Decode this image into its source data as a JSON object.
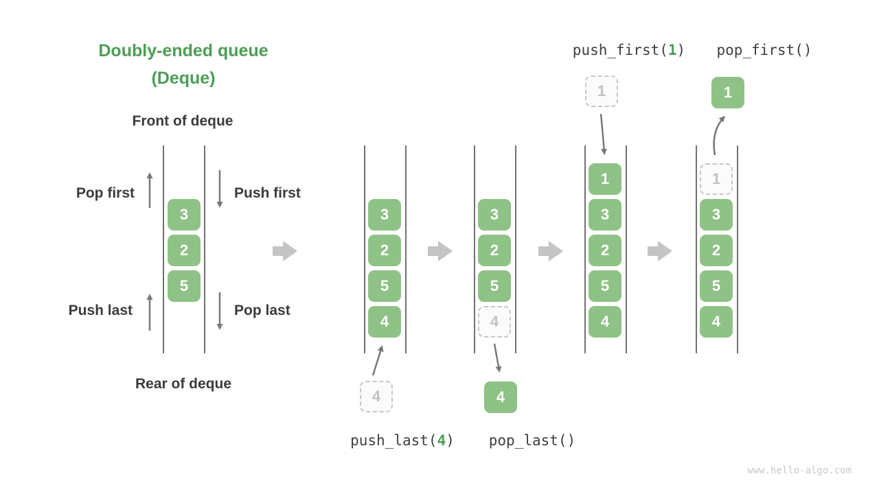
{
  "title": {
    "line1": "Doubly-ended queue",
    "line2": "(Deque)"
  },
  "front_label": "Front of deque",
  "rear_label": "Rear of deque",
  "operations": {
    "pop_first": "Pop first",
    "push_first": "Push first",
    "push_last": "Push last",
    "pop_last": "Pop last"
  },
  "op_calls": {
    "push_first": {
      "prefix": "push_first(",
      "arg": "1",
      "suffix": ")"
    },
    "pop_first": {
      "prefix": "pop_first(",
      "arg": "",
      "suffix": ")"
    },
    "push_last": {
      "prefix": "push_last(",
      "arg": "4",
      "suffix": ")"
    },
    "pop_last": {
      "prefix": "pop_last(",
      "arg": "",
      "suffix": ")"
    }
  },
  "states": [
    {
      "name": "initial-deque",
      "cells": [
        {
          "value": "3",
          "pending": false
        },
        {
          "value": "2",
          "pending": false
        },
        {
          "value": "5",
          "pending": false
        }
      ]
    },
    {
      "name": "after-push-last",
      "cells": [
        {
          "value": "3",
          "pending": false
        },
        {
          "value": "2",
          "pending": false
        },
        {
          "value": "5",
          "pending": false
        },
        {
          "value": "4",
          "pending": false
        }
      ]
    },
    {
      "name": "after-pop-last",
      "cells": [
        {
          "value": "3",
          "pending": false
        },
        {
          "value": "2",
          "pending": false
        },
        {
          "value": "5",
          "pending": false
        },
        {
          "value": "4",
          "pending": true
        }
      ]
    },
    {
      "name": "after-push-first",
      "cells": [
        {
          "value": "1",
          "pending": false
        },
        {
          "value": "3",
          "pending": false
        },
        {
          "value": "2",
          "pending": false
        },
        {
          "value": "5",
          "pending": false
        },
        {
          "value": "4",
          "pending": false
        }
      ]
    },
    {
      "name": "after-pop-first",
      "cells": [
        {
          "value": "1",
          "pending": true
        },
        {
          "value": "3",
          "pending": false
        },
        {
          "value": "2",
          "pending": false
        },
        {
          "value": "5",
          "pending": false
        },
        {
          "value": "4",
          "pending": false
        }
      ]
    }
  ],
  "floating_items": {
    "push_last_incoming": {
      "value": "4",
      "type": "dashed"
    },
    "pop_last_removed": {
      "value": "4",
      "type": "solid"
    },
    "push_first_incoming": {
      "value": "1",
      "type": "dashed"
    },
    "pop_first_removed": {
      "value": "1",
      "type": "solid"
    }
  },
  "colors": {
    "accent_green": "#4c9d55",
    "box_green": "#8fc286",
    "text_dark": "#3b3b3b",
    "gray_arrow": "#c4c4c4",
    "dark_arrow": "#787878",
    "dashed_border": "#c6c6c6"
  },
  "watermark": "www.hello-algo.com"
}
